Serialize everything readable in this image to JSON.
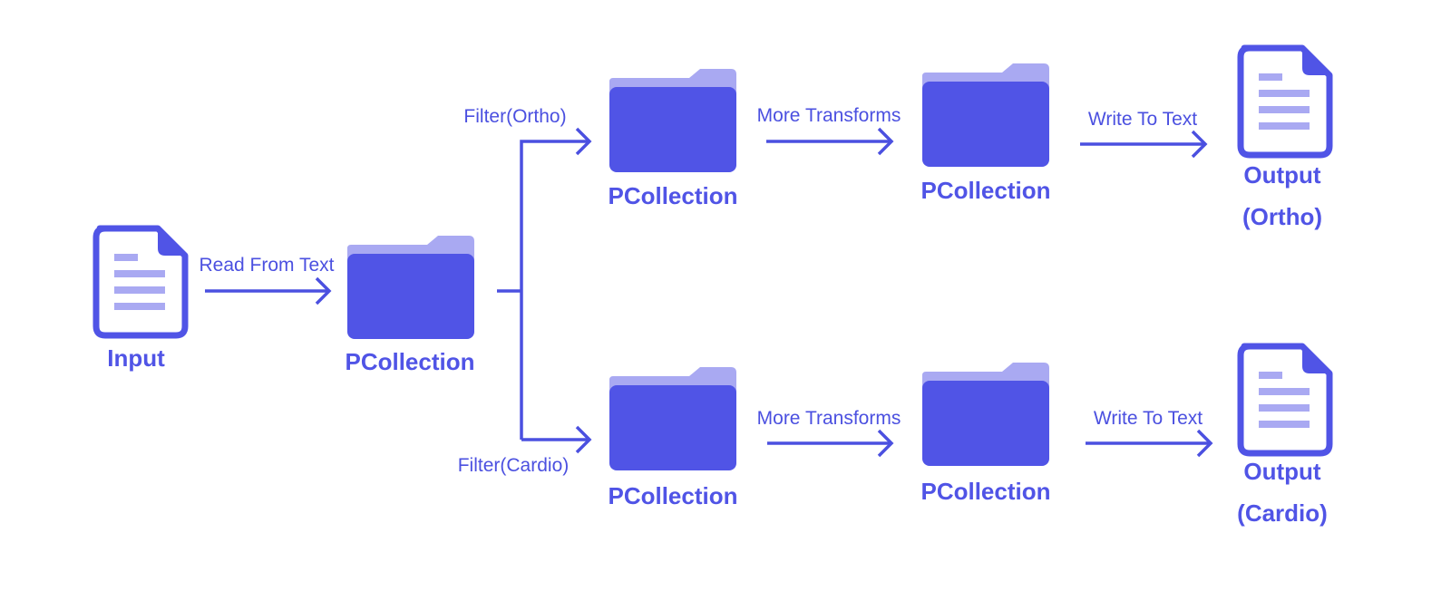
{
  "colors": {
    "primary": "#5054e6",
    "light": "#a9a9f2",
    "stroke": "#4b50e0",
    "paper": "#ffffff"
  },
  "nodes": {
    "input": {
      "label": "Input",
      "icon": "document-icon"
    },
    "pcollection_main": {
      "label": "PCollection",
      "icon": "folder-icon"
    },
    "pcollection_ortho_1": {
      "label": "PCollection",
      "icon": "folder-icon"
    },
    "pcollection_ortho_2": {
      "label": "PCollection",
      "icon": "folder-icon"
    },
    "pcollection_cardio_1": {
      "label": "PCollection",
      "icon": "folder-icon"
    },
    "pcollection_cardio_2": {
      "label": "PCollection",
      "icon": "folder-icon"
    },
    "output_ortho": {
      "label_line1": "Output",
      "label_line2": "(Ortho)",
      "icon": "document-icon"
    },
    "output_cardio": {
      "label_line1": "Output",
      "label_line2": "(Cardio)",
      "icon": "document-icon"
    }
  },
  "edges": {
    "read": "Read From Text",
    "filter_ortho": "Filter(Ortho)",
    "filter_cardio": "Filter(Cardio)",
    "more_transforms_ortho": "More Transforms",
    "more_transforms_cardio": "More Transforms",
    "write_ortho": "Write To Text",
    "write_cardio": "Write To Text"
  }
}
